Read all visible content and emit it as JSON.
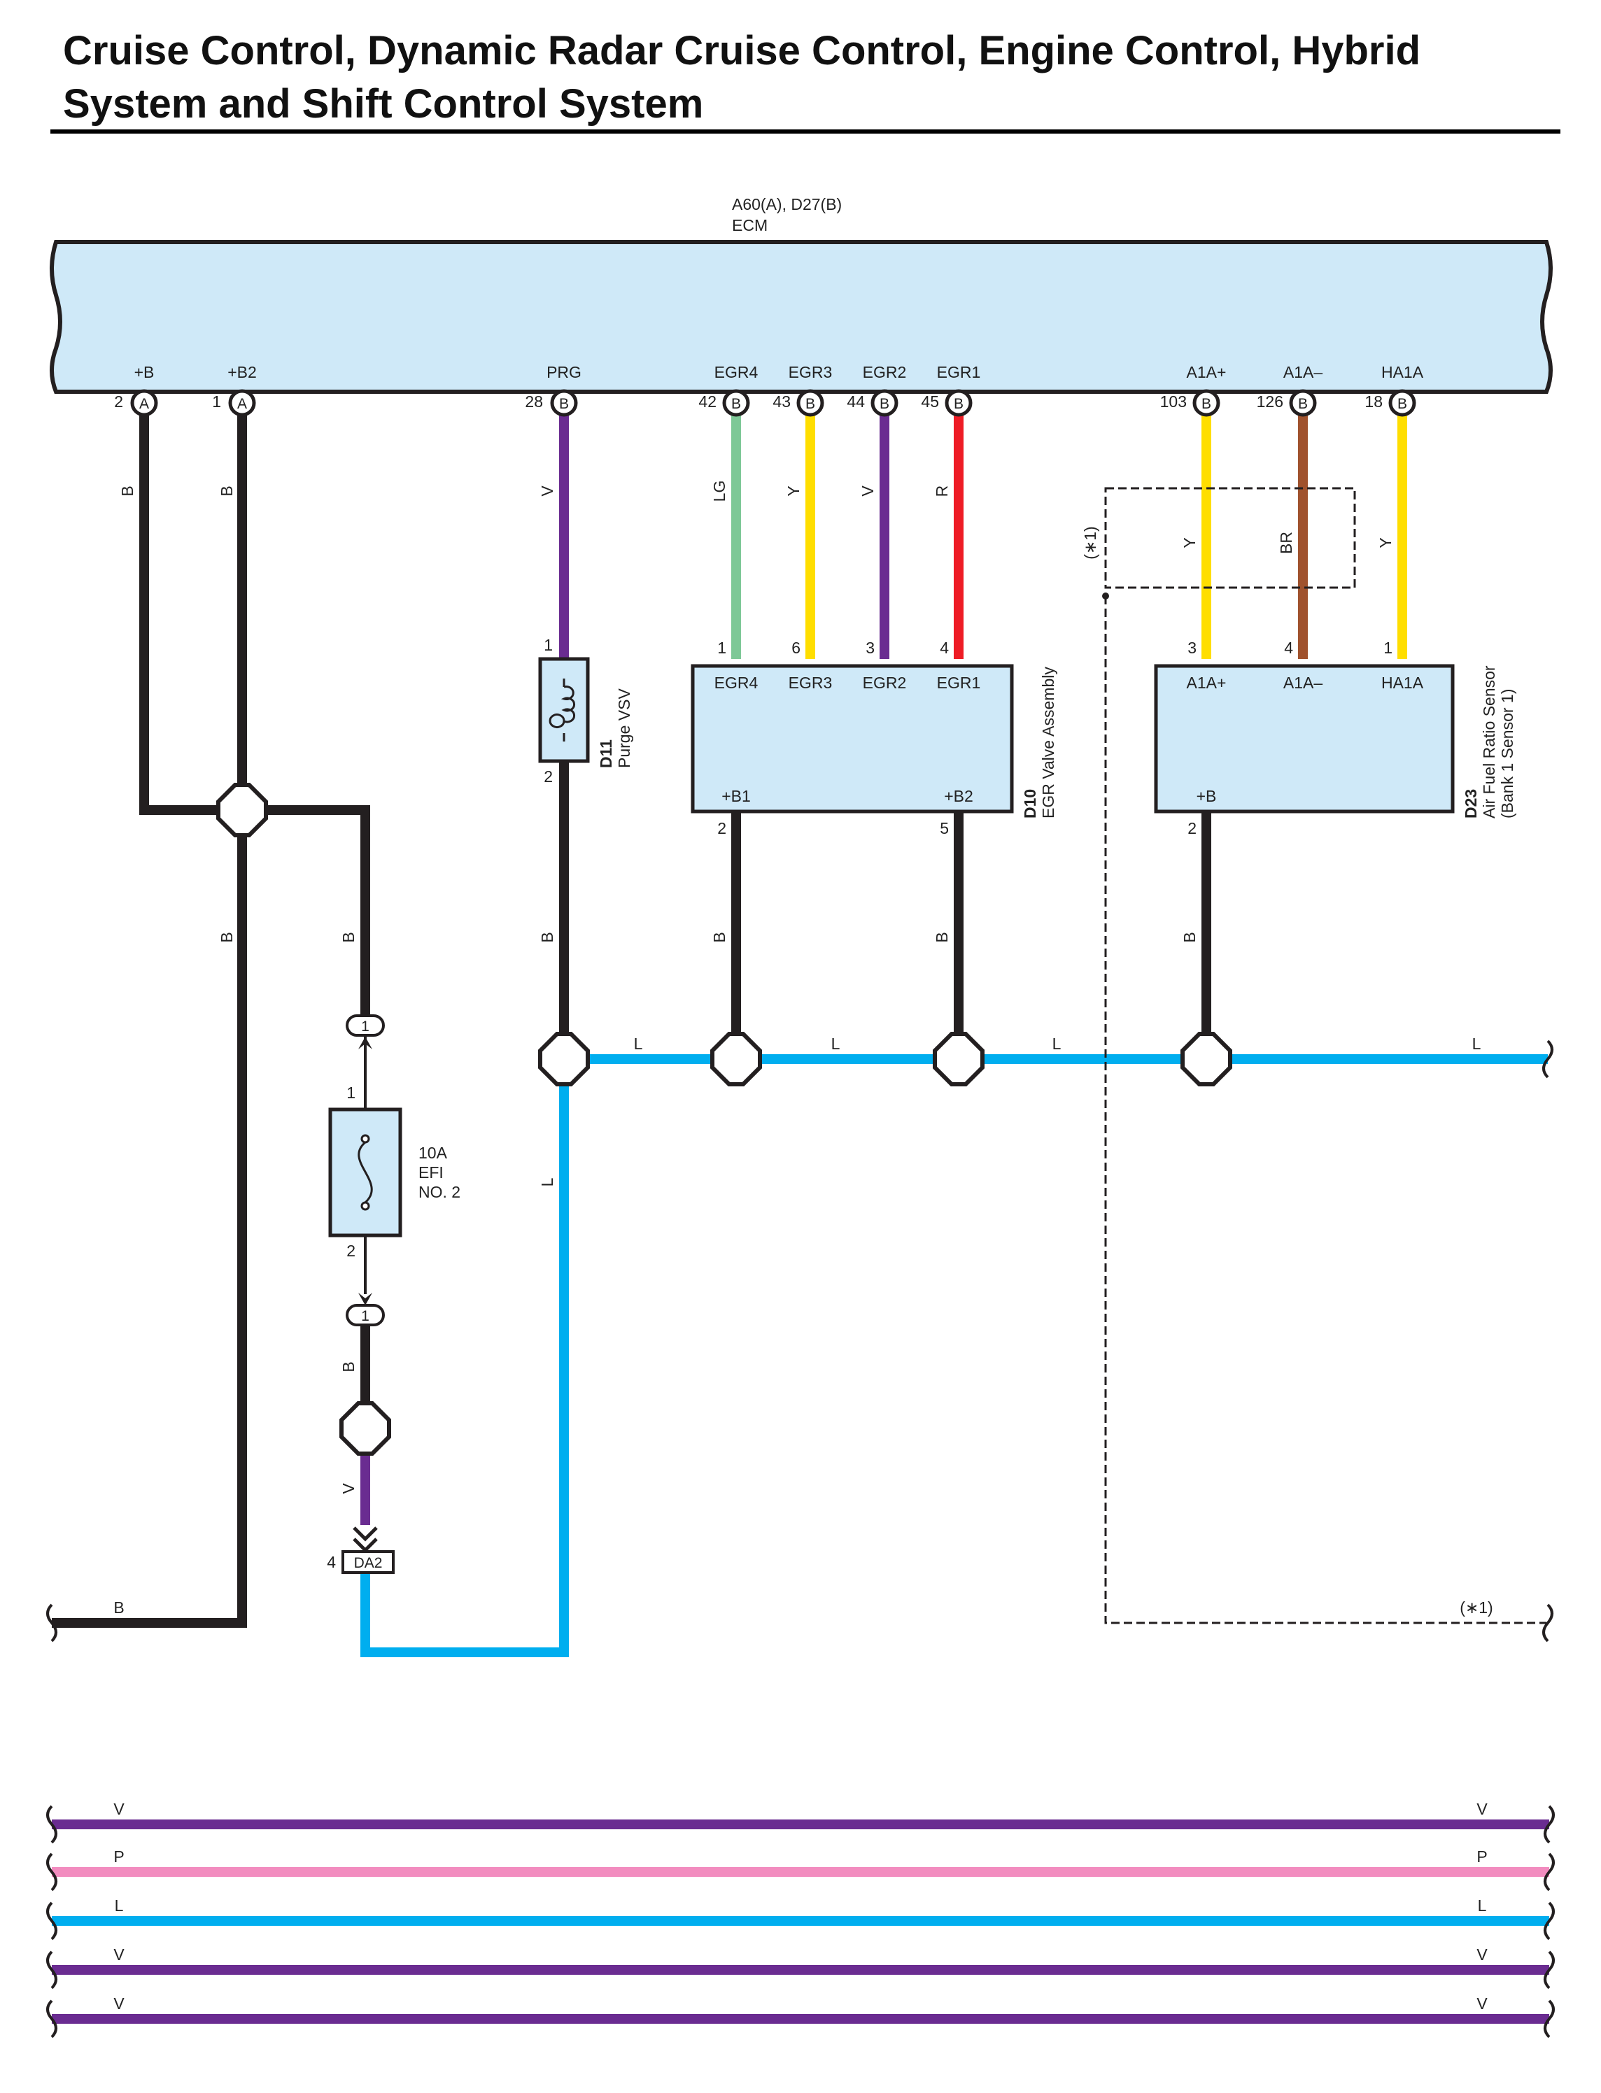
{
  "title": {
    "line1": "Cruise Control, Dynamic Radar Cruise Control, Engine Control, Hybrid",
    "line2": "System and Shift Control System"
  },
  "colors": {
    "B": "#231f20",
    "V": "#6a2c91",
    "LG": "#7ec897",
    "Y": "#ffde00",
    "R": "#ee1c25",
    "BR": "#a0522d",
    "L": "#00aeef",
    "P": "#f28cbf",
    "component_fill": "#cfe9f8"
  },
  "ecm": {
    "connector_label": "A60(A), D27(B)",
    "name": "ECM",
    "terminals": [
      {
        "name": "+B",
        "pin": "2",
        "conn": "A",
        "wire": "B"
      },
      {
        "name": "+B2",
        "pin": "1",
        "conn": "A",
        "wire": "B"
      },
      {
        "name": "PRG",
        "pin": "28",
        "conn": "B",
        "wire": "V"
      },
      {
        "name": "EGR4",
        "pin": "42",
        "conn": "B",
        "wire": "LG"
      },
      {
        "name": "EGR3",
        "pin": "43",
        "conn": "B",
        "wire": "Y"
      },
      {
        "name": "EGR2",
        "pin": "44",
        "conn": "B",
        "wire": "V"
      },
      {
        "name": "EGR1",
        "pin": "45",
        "conn": "B",
        "wire": "R"
      },
      {
        "name": "A1A+",
        "pin": "103",
        "conn": "B",
        "wire": "Y"
      },
      {
        "name": "A1A–",
        "pin": "126",
        "conn": "B",
        "wire": "BR"
      },
      {
        "name": "HA1A",
        "pin": "18",
        "conn": "B",
        "wire": "Y"
      }
    ]
  },
  "purge_vsv": {
    "code": "D11",
    "name": "Purge VSV",
    "pin_top": "1",
    "pin_bottom": "2"
  },
  "egr_valve": {
    "code": "D10",
    "name": "EGR Valve Assembly",
    "top_terms": [
      {
        "name": "EGR4",
        "pin": "1"
      },
      {
        "name": "EGR3",
        "pin": "6"
      },
      {
        "name": "EGR2",
        "pin": "3"
      },
      {
        "name": "EGR1",
        "pin": "4"
      }
    ],
    "bottom_terms": [
      {
        "name": "+B1",
        "pin": "2"
      },
      {
        "name": "+B2",
        "pin": "5"
      }
    ]
  },
  "af_sensor": {
    "code": "D23",
    "name": "Air Fuel Ratio Sensor",
    "sub": "(Bank 1 Sensor 1)",
    "top_terms": [
      {
        "name": "A1A+",
        "pin": "3"
      },
      {
        "name": "A1A–",
        "pin": "4"
      },
      {
        "name": "HA1A",
        "pin": "1"
      }
    ],
    "bottom_terms": [
      {
        "name": "+B",
        "pin": "2"
      }
    ]
  },
  "fuse": {
    "rating": "10A",
    "name1": "EFI",
    "name2": "NO. 2",
    "pin_top": "1",
    "pin_bottom": "2",
    "junction_top": "1",
    "junction_bottom": "1"
  },
  "connector_da2": {
    "label": "DA2",
    "pin": "4"
  },
  "shield_note": "(∗1)",
  "wire_labels": {
    "B": "B",
    "V": "V",
    "L": "L",
    "LG": "LG",
    "Y": "Y",
    "R": "R",
    "BR": "BR",
    "P": "P"
  },
  "bottom_wires": [
    {
      "label": "V",
      "color": "V"
    },
    {
      "label": "P",
      "color": "P"
    },
    {
      "label": "L",
      "color": "L"
    },
    {
      "label": "V",
      "color": "V"
    },
    {
      "label": "V",
      "color": "V"
    }
  ]
}
